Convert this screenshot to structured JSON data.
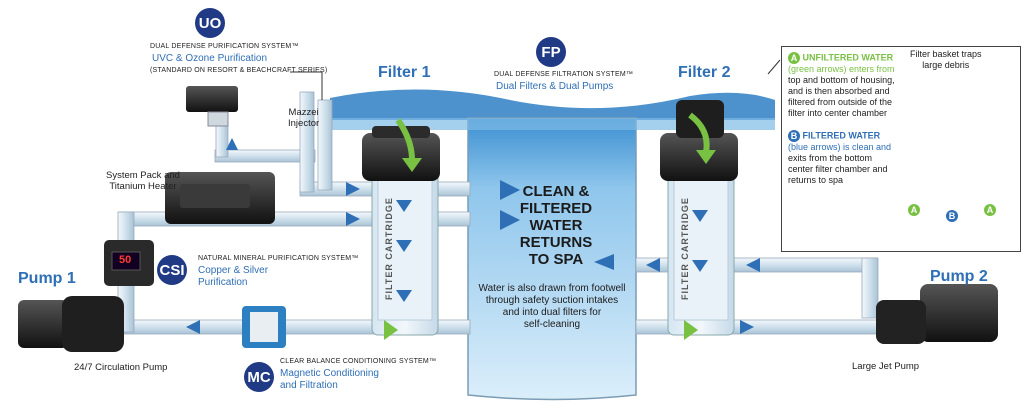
{
  "filters": {
    "filter1": "Filter 1",
    "filter2": "Filter 2"
  },
  "uo": {
    "badge": "UO",
    "system": "DUAL DEFENSE PURIFICATION SYSTEM™",
    "name": "UVC & Ozone Purification",
    "note": "(STANDARD ON RESORT & BEACHCRAFT SERIES)"
  },
  "fp": {
    "badge": "FP",
    "system": "DUAL DEFENSE FILTRATION SYSTEM™",
    "name": "Dual Filters & Dual Pumps"
  },
  "csi": {
    "badge": "CSI",
    "system": "NATURAL MINERAL PURIFICATION SYSTEM™",
    "name_line1": "Copper & Silver",
    "name_line2": "Purification"
  },
  "mc": {
    "badge": "MC",
    "system": "CLEAR BALANCE CONDITIONING SYSTEM™",
    "name_line1": "Magnetic Conditioning",
    "name_line2": "and Filtration"
  },
  "labels": {
    "mazzei_line1": "Mazzei",
    "mazzei_line2": "Injector",
    "syspack_line1": "System Pack and",
    "syspack_line2": "Titanium Heater",
    "pump1": "Pump 1",
    "pump2": "Pump 2",
    "circ_pump": "24/7 Circulation Pump",
    "jet_pump": "Large Jet Pump",
    "cartridge": "FILTER CARTRIDGE",
    "display": "50"
  },
  "center": {
    "line1": "CLEAN &",
    "line2": "FILTERED",
    "line3": "WATER",
    "line4": "RETURNS",
    "line5": "TO SPA",
    "note1": "Water is also drawn from footwell",
    "note2": "through safety suction intakes",
    "note3": "and into dual filters for",
    "note4": "self-cleaning"
  },
  "infobox": {
    "a_letter": "A",
    "a_title": "UNFILTERED WATER",
    "a_l1": "(green arrows) enters from",
    "a_l2": "top and bottom of housing,",
    "a_l3": "and is then absorbed and",
    "a_l4": "filtered from outside of the",
    "a_l5": "filter into center chamber",
    "b_letter": "B",
    "b_title": "FILTERED WATER",
    "b_l1": "(blue arrows) is clean and",
    "b_l2": "exits from the bottom",
    "b_l3": "center filter chamber and",
    "b_l4": "returns to spa",
    "basket_l1": "Filter basket traps",
    "basket_l2": "large debris"
  },
  "colors": {
    "green": "#79c143",
    "blue": "#2f6fb5",
    "navy": "#203a86",
    "water": "#a8d4f0"
  }
}
